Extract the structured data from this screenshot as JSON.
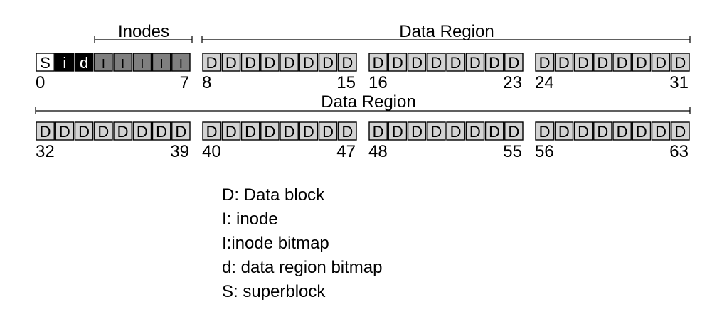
{
  "labels": {
    "inodes": "Inodes",
    "data_region": "Data Region"
  },
  "rows": [
    {
      "blocks": [
        "S",
        "i",
        "d",
        "I",
        "I",
        "I",
        "I",
        "I",
        "D",
        "D",
        "D",
        "D",
        "D",
        "D",
        "D",
        "D",
        "D",
        "D",
        "D",
        "D",
        "D",
        "D",
        "D",
        "D",
        "D",
        "D",
        "D",
        "D",
        "D",
        "D",
        "D",
        "D"
      ],
      "index_labels": [
        "0",
        "7",
        "8",
        "15",
        "16",
        "23",
        "24",
        "31"
      ]
    },
    {
      "blocks": [
        "D",
        "D",
        "D",
        "D",
        "D",
        "D",
        "D",
        "D",
        "D",
        "D",
        "D",
        "D",
        "D",
        "D",
        "D",
        "D",
        "D",
        "D",
        "D",
        "D",
        "D",
        "D",
        "D",
        "D",
        "D",
        "D",
        "D",
        "D",
        "D",
        "D",
        "D",
        "D"
      ],
      "index_labels": [
        "32",
        "39",
        "40",
        "47",
        "48",
        "55",
        "56",
        "63"
      ]
    }
  ],
  "legend": [
    "D: Data block",
    "I: inode",
    "I:inode bitmap",
    "d: data region bitmap",
    "S: superblock"
  ],
  "colors": {
    "data_block": "#d3d3d3",
    "inode": "#7f7f7f",
    "bitmap": "#000000",
    "superblock": "#ffffff"
  }
}
